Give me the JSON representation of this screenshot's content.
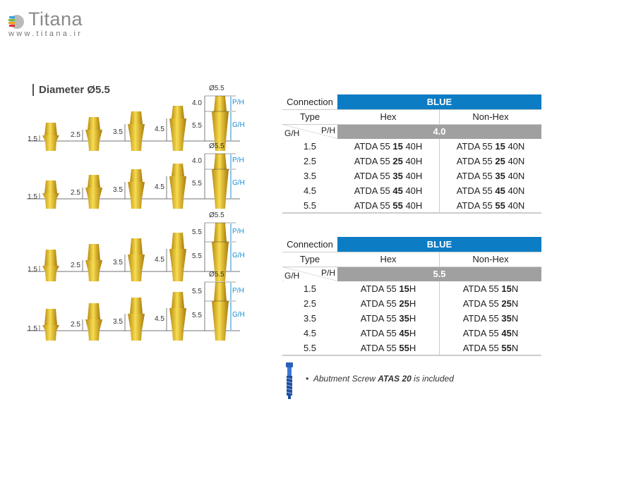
{
  "brand": {
    "name": "Titana",
    "url": "www.titana.ir"
  },
  "title": "Diameter Ø5.5",
  "groups": [
    {
      "heights": [
        "1.5",
        "2.5",
        "3.5",
        "4.5"
      ],
      "diameter": "Ø5.5",
      "ph_value": "4.0",
      "gh_value": "5.5",
      "ph": "P/H",
      "gh": "G/H"
    },
    {
      "heights": [
        "1.5",
        "2.5",
        "3.5",
        "4.5"
      ],
      "diameter": "Ø5.5",
      "ph_value": "4.0",
      "gh_value": "5.5",
      "ph": "P/H",
      "gh": "G/H"
    },
    {
      "heights": [
        "1.5",
        "2.5",
        "3.5",
        "4.5"
      ],
      "diameter": "Ø5.5",
      "ph_value": "5.5",
      "gh_value": "5.5",
      "ph": "P/H",
      "gh": "G/H"
    },
    {
      "heights": [
        "1.5",
        "2.5",
        "3.5",
        "4.5"
      ],
      "diameter": "Ø5.5",
      "ph_value": "5.5",
      "gh_value": "5.5",
      "ph": "P/H",
      "gh": "G/H"
    }
  ],
  "tables": [
    {
      "connection_label": "Connection",
      "connection": "BLUE",
      "type_label": "Type",
      "types": [
        "Hex",
        "Non-Hex"
      ],
      "gh": "G/H",
      "ph": "P/H",
      "ph_value": "4.0",
      "rows": [
        {
          "gh": "1.5",
          "hex": [
            "ATDA 55 ",
            "15",
            " 40H"
          ],
          "nonhex": [
            "ATDA 55 ",
            "15",
            " 40N"
          ]
        },
        {
          "gh": "2.5",
          "hex": [
            "ATDA 55 ",
            "25",
            " 40H"
          ],
          "nonhex": [
            "ATDA 55 ",
            "25",
            " 40N"
          ]
        },
        {
          "gh": "3.5",
          "hex": [
            "ATDA 55 ",
            "35",
            " 40H"
          ],
          "nonhex": [
            "ATDA 55 ",
            "35",
            " 40N"
          ]
        },
        {
          "gh": "4.5",
          "hex": [
            "ATDA 55 ",
            "45",
            " 40H"
          ],
          "nonhex": [
            "ATDA 55 ",
            "45",
            " 40N"
          ]
        },
        {
          "gh": "5.5",
          "hex": [
            "ATDA 55 ",
            "55",
            " 40H"
          ],
          "nonhex": [
            "ATDA 55 ",
            "55",
            " 40N"
          ]
        }
      ]
    },
    {
      "connection_label": "Connection",
      "connection": "BLUE",
      "type_label": "Type",
      "types": [
        "Hex",
        "Non-Hex"
      ],
      "gh": "G/H",
      "ph": "P/H",
      "ph_value": "5.5",
      "rows": [
        {
          "gh": "1.5",
          "hex": [
            "ATDA 55 ",
            "15",
            "H"
          ],
          "nonhex": [
            "ATDA 55 ",
            "15",
            "N"
          ]
        },
        {
          "gh": "2.5",
          "hex": [
            "ATDA 55 ",
            "25",
            "H"
          ],
          "nonhex": [
            "ATDA 55 ",
            "25",
            "N"
          ]
        },
        {
          "gh": "3.5",
          "hex": [
            "ATDA 55 ",
            "35",
            "H"
          ],
          "nonhex": [
            "ATDA 55 ",
            "35",
            "N"
          ]
        },
        {
          "gh": "4.5",
          "hex": [
            "ATDA 55 ",
            "45",
            "H"
          ],
          "nonhex": [
            "ATDA 55 ",
            "45",
            "N"
          ]
        },
        {
          "gh": "5.5",
          "hex": [
            "ATDA 55 ",
            "55",
            "H"
          ],
          "nonhex": [
            "ATDA 55 ",
            "55",
            "N"
          ]
        }
      ]
    }
  ],
  "note": {
    "bullet": "•",
    "prefix": "Abutment Screw ",
    "screw": "ATAS 20",
    "suffix": " is included"
  }
}
